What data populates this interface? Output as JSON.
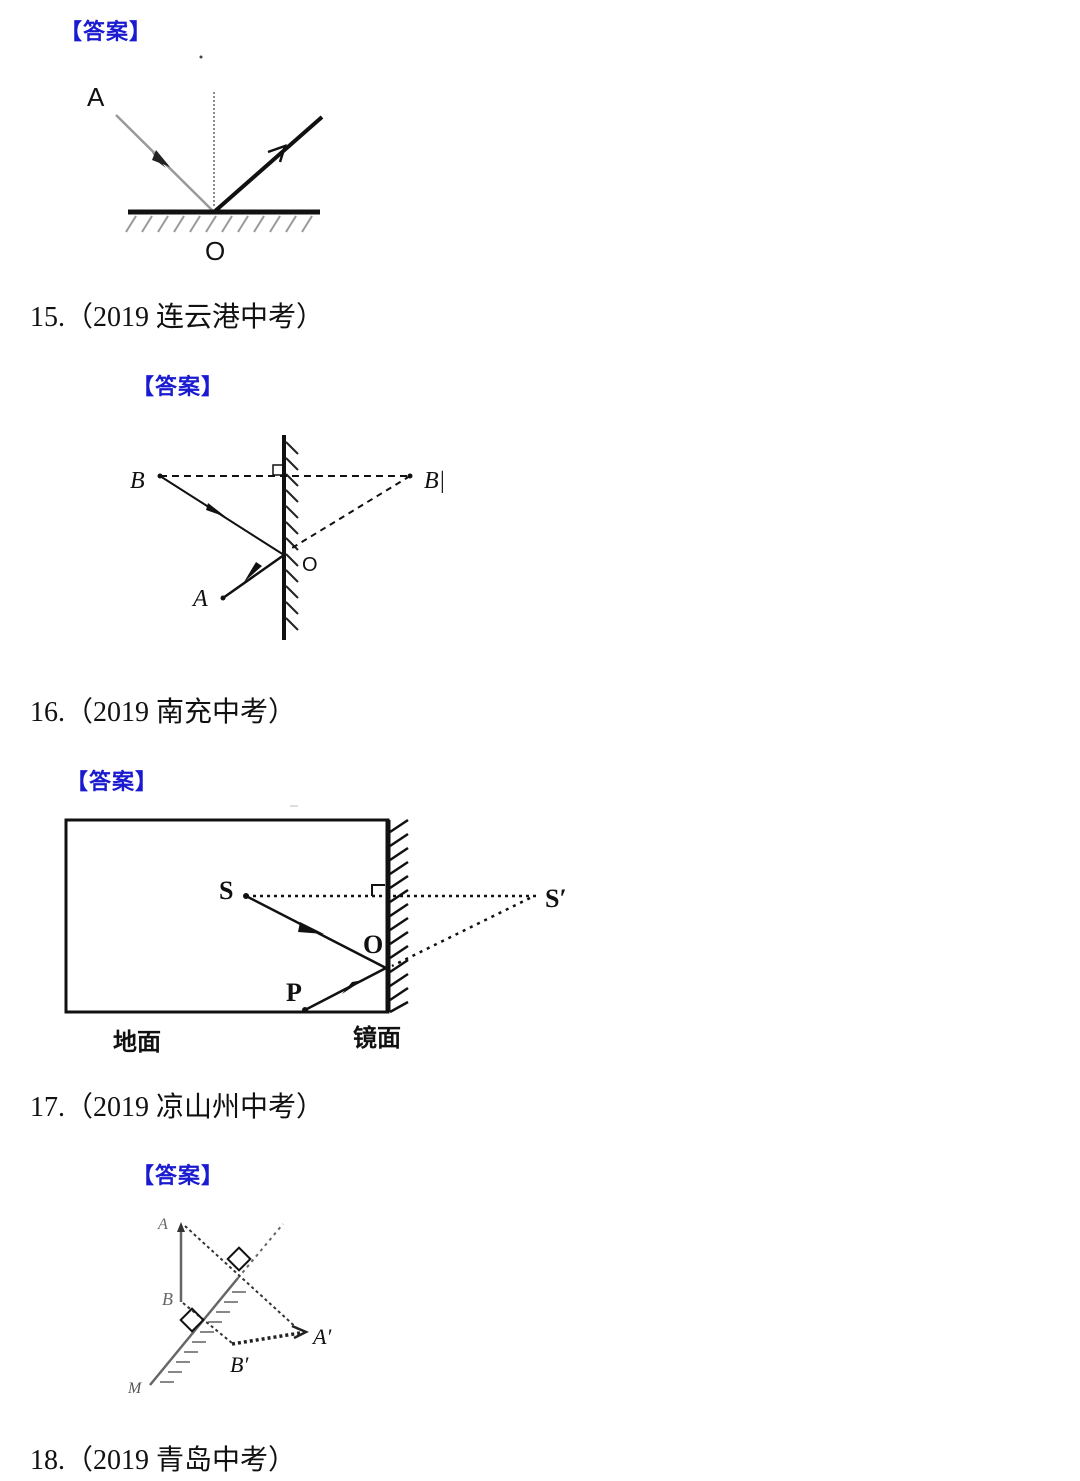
{
  "answer_label": "【答案】",
  "figure_14": {
    "labels": {
      "incident_start": "A",
      "point": "O"
    },
    "elements": [
      "incident-ray",
      "reflected-ray",
      "normal-line",
      "mirror-surface"
    ]
  },
  "question_15": {
    "title": "15.（2019 连云港中考）"
  },
  "figure_15": {
    "labels": {
      "source": "B",
      "image": "B|",
      "point": "O",
      "end": "A"
    },
    "elements": [
      "vertical-mirror",
      "perpendicular-marker",
      "dashed-image-lines"
    ]
  },
  "question_16": {
    "title": "16.（2019 南充中考）"
  },
  "figure_16": {
    "labels": {
      "source": "S",
      "image": "S′",
      "point": "O",
      "target": "P",
      "ground": "地面",
      "mirror": "镜面"
    }
  },
  "question_17": {
    "title": "17.（2019 凉山州中考）"
  },
  "figure_17": {
    "labels": {
      "top": "A",
      "bottom": "B",
      "image_top": "A′",
      "image_bottom": "B′",
      "mirror_end": "M"
    }
  },
  "question_18": {
    "title": "18.（2019  青岛中考）"
  }
}
